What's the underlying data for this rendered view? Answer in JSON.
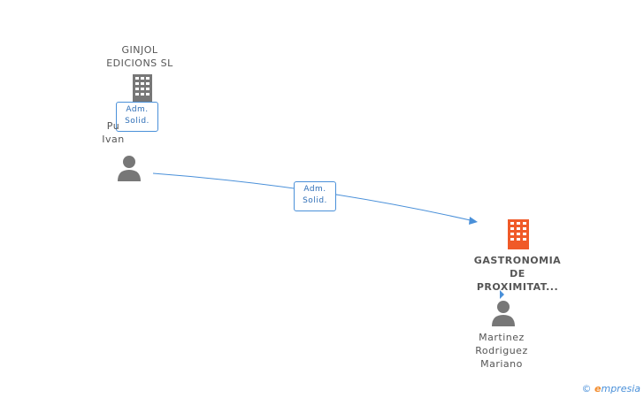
{
  "nodes": {
    "ginjol": {
      "name": "GINJOL\nEDICIONS SL",
      "icon": "building-icon",
      "color": "#777777"
    },
    "puig": {
      "name": "Pu\nIvan",
      "icon": "person-icon",
      "color": "#777777"
    },
    "gastronomia": {
      "name": "GASTRONOMIA\nDE\nPROXIMITAT...",
      "icon": "building-icon",
      "color": "#f05a28"
    },
    "martinez": {
      "name": "Martinez\nRodriguez\nMariano",
      "icon": "person-icon",
      "color": "#777777"
    }
  },
  "edges": {
    "ginjol_puig": {
      "label": "Adm.\nSolid."
    },
    "puig_gastronomia": {
      "label": "Adm.\nSolid."
    }
  },
  "colors": {
    "edge": "#4a90d9"
  },
  "footer": {
    "copyright": "©",
    "brand_e": "e",
    "brand_rest": "mpresia"
  }
}
